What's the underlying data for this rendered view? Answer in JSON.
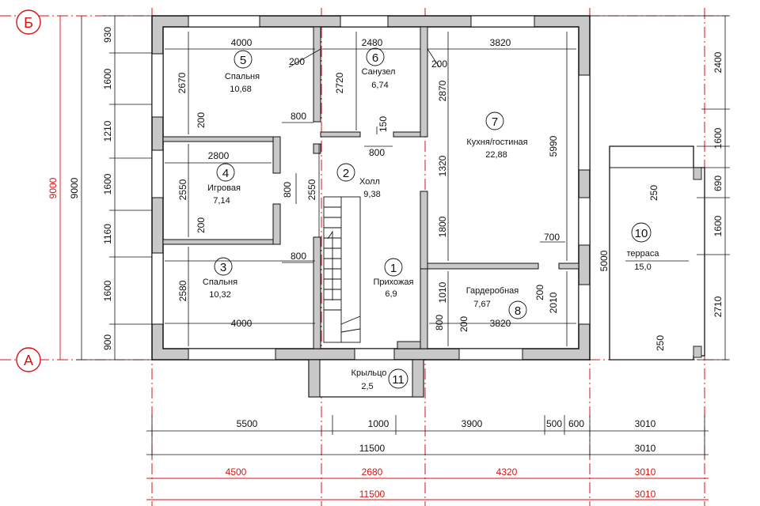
{
  "axes": {
    "top": "Б",
    "bottom": "А"
  },
  "rooms": [
    {
      "number": "1",
      "name": "Прихожая",
      "area": "6,9"
    },
    {
      "number": "2",
      "name": "Холл",
      "area": "9,38"
    },
    {
      "number": "3",
      "name": "Спальня",
      "area": "10,32"
    },
    {
      "number": "4",
      "name": "Игровая",
      "area": "7,14"
    },
    {
      "number": "5",
      "name": "Спальня",
      "area": "10,68"
    },
    {
      "number": "6",
      "name": "Санузел",
      "area": "6,74"
    },
    {
      "number": "7",
      "name": "Кухня/гостиная",
      "area": "22,88"
    },
    {
      "number": "8",
      "name": "Гардеробная",
      "area": "7,67"
    },
    {
      "number": "10",
      "name": "терраса",
      "area": "15,0"
    },
    {
      "number": "11",
      "name": "Крыльцо",
      "area": "2,5"
    }
  ],
  "dims": {
    "d_4000_top": "4000",
    "d_2480": "2480",
    "d_3820_top": "3820",
    "d_200_a": "200",
    "d_200_b": "200",
    "d_2670": "2670",
    "d_2720": "2720",
    "d_2870": "2870",
    "d_800_a": "800",
    "d_150": "150",
    "d_800_b": "800",
    "d_200_c": "200",
    "d_2800": "2800",
    "d_2550_a": "2550",
    "d_800_c": "800",
    "d_2550_b": "2550",
    "d_200_d": "200",
    "d_800_d": "800",
    "d_1320": "1320",
    "d_5990": "5990",
    "d_1800": "1800",
    "d_2580": "2580",
    "d_4000_bot": "4000",
    "d_1010": "1010",
    "d_700": "700",
    "d_200_e": "200",
    "d_2010": "2010",
    "d_800_e": "800",
    "d_200_f": "200",
    "d_3820_bot": "3820",
    "d_250_a": "250",
    "d_250_b": "250",
    "d_5000": "5000"
  },
  "left_chain": [
    "930",
    "1600",
    "1210",
    "1600",
    "1160",
    "1600",
    "900"
  ],
  "left_total": "9000",
  "left_total_red": "9000",
  "right_chain": [
    "2400",
    "1600",
    "690",
    "1600",
    "2710"
  ],
  "bottom_chain1": [
    "5500",
    "1000",
    "3900",
    "500",
    "600",
    "3010"
  ],
  "bottom_total1": [
    "11500",
    "3010"
  ],
  "bottom_chain_red": [
    "4500",
    "2680",
    "4320",
    "3010"
  ],
  "bottom_total_red": [
    "11500",
    "3010"
  ],
  "colors": {
    "axis_red": "#dd1111",
    "wall_fill": "#c8c8c8",
    "ink": "#111111"
  }
}
